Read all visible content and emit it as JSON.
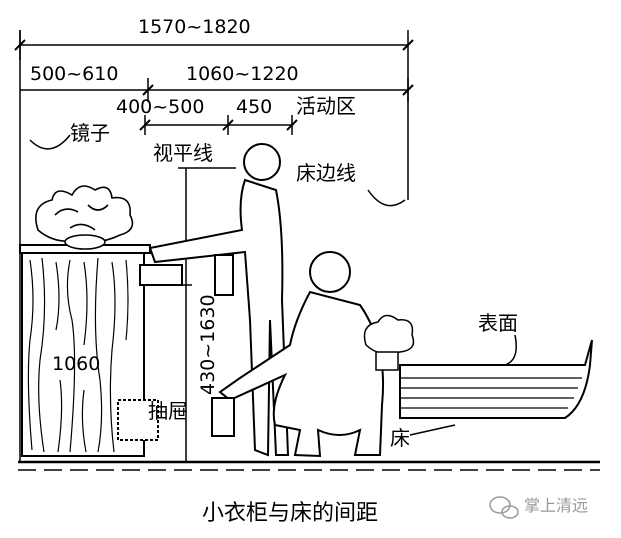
{
  "dimensions": {
    "total_width": "1570~1820",
    "wardrobe_zone": "500~610",
    "bed_zone": "1060~1220",
    "standing_zone": "400~500",
    "clearance": "450",
    "wardrobe_height": "1060",
    "eye_height_range": "430~1630"
  },
  "labels": {
    "activity_area": "活动区",
    "mirror": "镜子",
    "eye_level_line": "视平线",
    "bed_edge_line": "床边线",
    "surface": "表面",
    "drawer": "抽屉",
    "bed": "床"
  },
  "caption": "小衣柜与床的间距",
  "watermark": "掌上清远",
  "colors": {
    "ink": "#000000",
    "watermark": "#9a9a9a",
    "background": "#ffffff"
  }
}
